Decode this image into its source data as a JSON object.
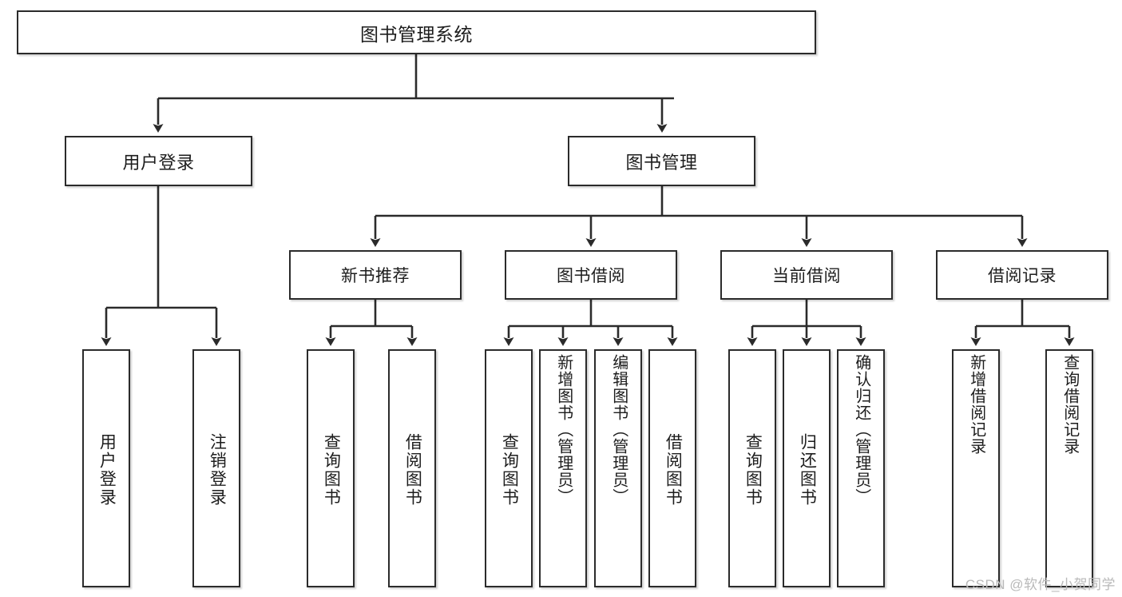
{
  "diagram": {
    "type": "tree-hierarchy-chart",
    "title": "图书管理系统",
    "colors": {
      "box_border": "#2b2b2b",
      "box_fill": "#ffffff",
      "line": "#2b2b2b",
      "text": "#1d1d1d",
      "watermark": "#b9b9b9",
      "background": "#ffffff"
    },
    "root": {
      "label": "图书管理系统"
    },
    "level2": [
      {
        "label": "用户登录"
      },
      {
        "label": "图书管理"
      }
    ],
    "level3": [
      {
        "label": "新书推荐"
      },
      {
        "label": "图书借阅"
      },
      {
        "label": "当前借阅"
      },
      {
        "label": "借阅记录"
      }
    ],
    "leaves": {
      "user_login": [
        {
          "label": "用户登录"
        },
        {
          "label": "注销登录"
        }
      ],
      "new_book_recommend": [
        {
          "label": "查询图书"
        },
        {
          "label": "借阅图书"
        }
      ],
      "book_borrow": [
        {
          "label": "查询图书"
        },
        {
          "label": "新增图书（管理员）"
        },
        {
          "label": "编辑图书（管理员）"
        },
        {
          "label": "借阅图书"
        }
      ],
      "current_borrow": [
        {
          "label": "查询图书"
        },
        {
          "label": "归还图书"
        },
        {
          "label": "确认归还（管理员）"
        }
      ],
      "borrow_records": [
        {
          "label": "新增借阅记录"
        },
        {
          "label": "查询借阅记录"
        }
      ]
    }
  },
  "watermark": {
    "text": "CSDN @软件_小贺同学"
  }
}
